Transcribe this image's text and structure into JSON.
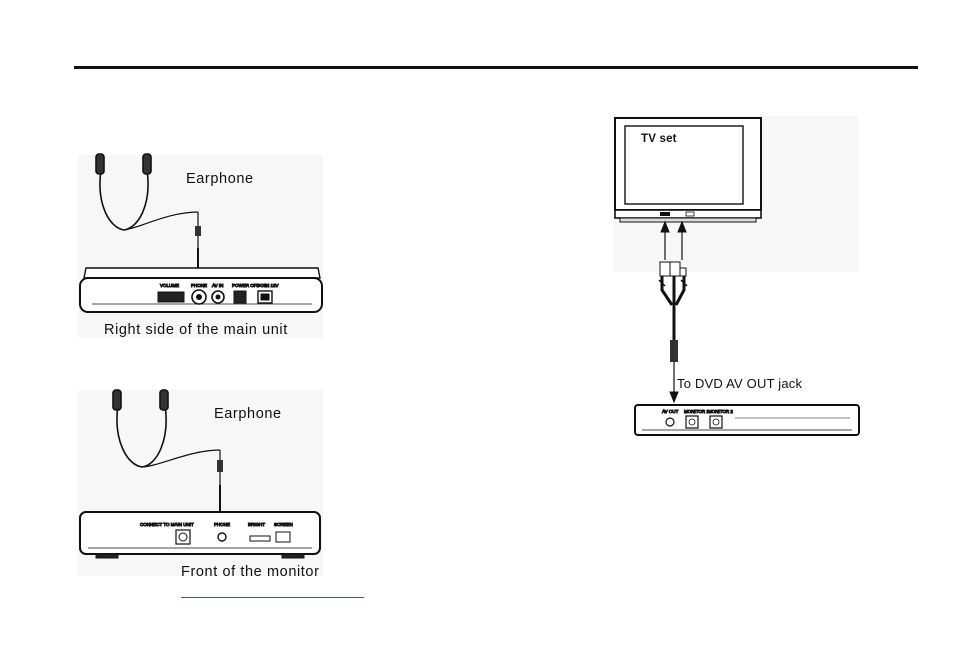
{
  "header": {
    "rule_color": "#111111"
  },
  "diagram_top_left": {
    "earphone_label": "Earphone",
    "caption": "Right side of the main unit",
    "jack_labels": [
      "VOLUME",
      "PHONE",
      "AV IN",
      "POWER OFF ON",
      "DC IN 12V"
    ]
  },
  "diagram_bottom_left": {
    "earphone_label": "Earphone",
    "caption": "Front of the monitor",
    "panel_labels": [
      "CONNECT TO MAIN UNIT",
      "PHONE",
      "BRIGHT",
      "SCREEN"
    ]
  },
  "diagram_right": {
    "tv_label": "TV set",
    "cable_label": "To DVD AV OUT jack",
    "jack_labels": [
      "AV OUT",
      "MONITOR 1",
      "MONITOR 2"
    ]
  },
  "colors": {
    "link_underline": "#3b4fd6",
    "panel_background": "#f7f7f7"
  }
}
